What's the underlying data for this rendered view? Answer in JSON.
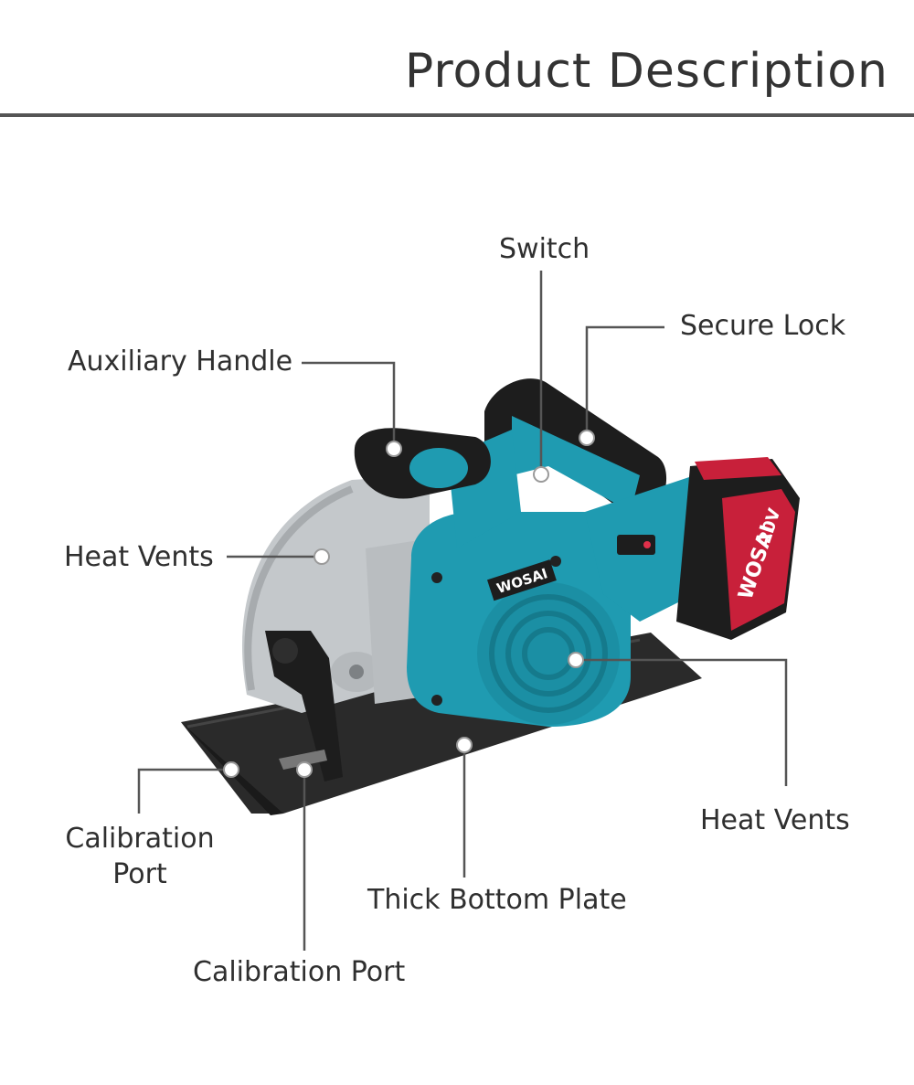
{
  "header": {
    "title": "Product Description"
  },
  "labels": {
    "switch": "Switch",
    "secure_lock": "Secure Lock",
    "auxiliary_handle": "Auxiliary Handle",
    "heat_vents_left": "Heat Vents",
    "heat_vents_right": "Heat Vents",
    "calibration_port_left_line1": "Calibration",
    "calibration_port_left_line2": "Port",
    "thick_bottom_plate": "Thick Bottom Plate",
    "calibration_port_bottom": "Calibration Port"
  },
  "product": {
    "brand_badge": "WOSAI",
    "battery_brand": "WOSAI",
    "battery_voltage": "20V"
  },
  "colors": {
    "body_teal": "#1f9bb1",
    "handle_black": "#1d1d1d",
    "guard_silver": "#c9cdd0",
    "battery_red": "#c8203a",
    "leader_line": "#555555"
  }
}
